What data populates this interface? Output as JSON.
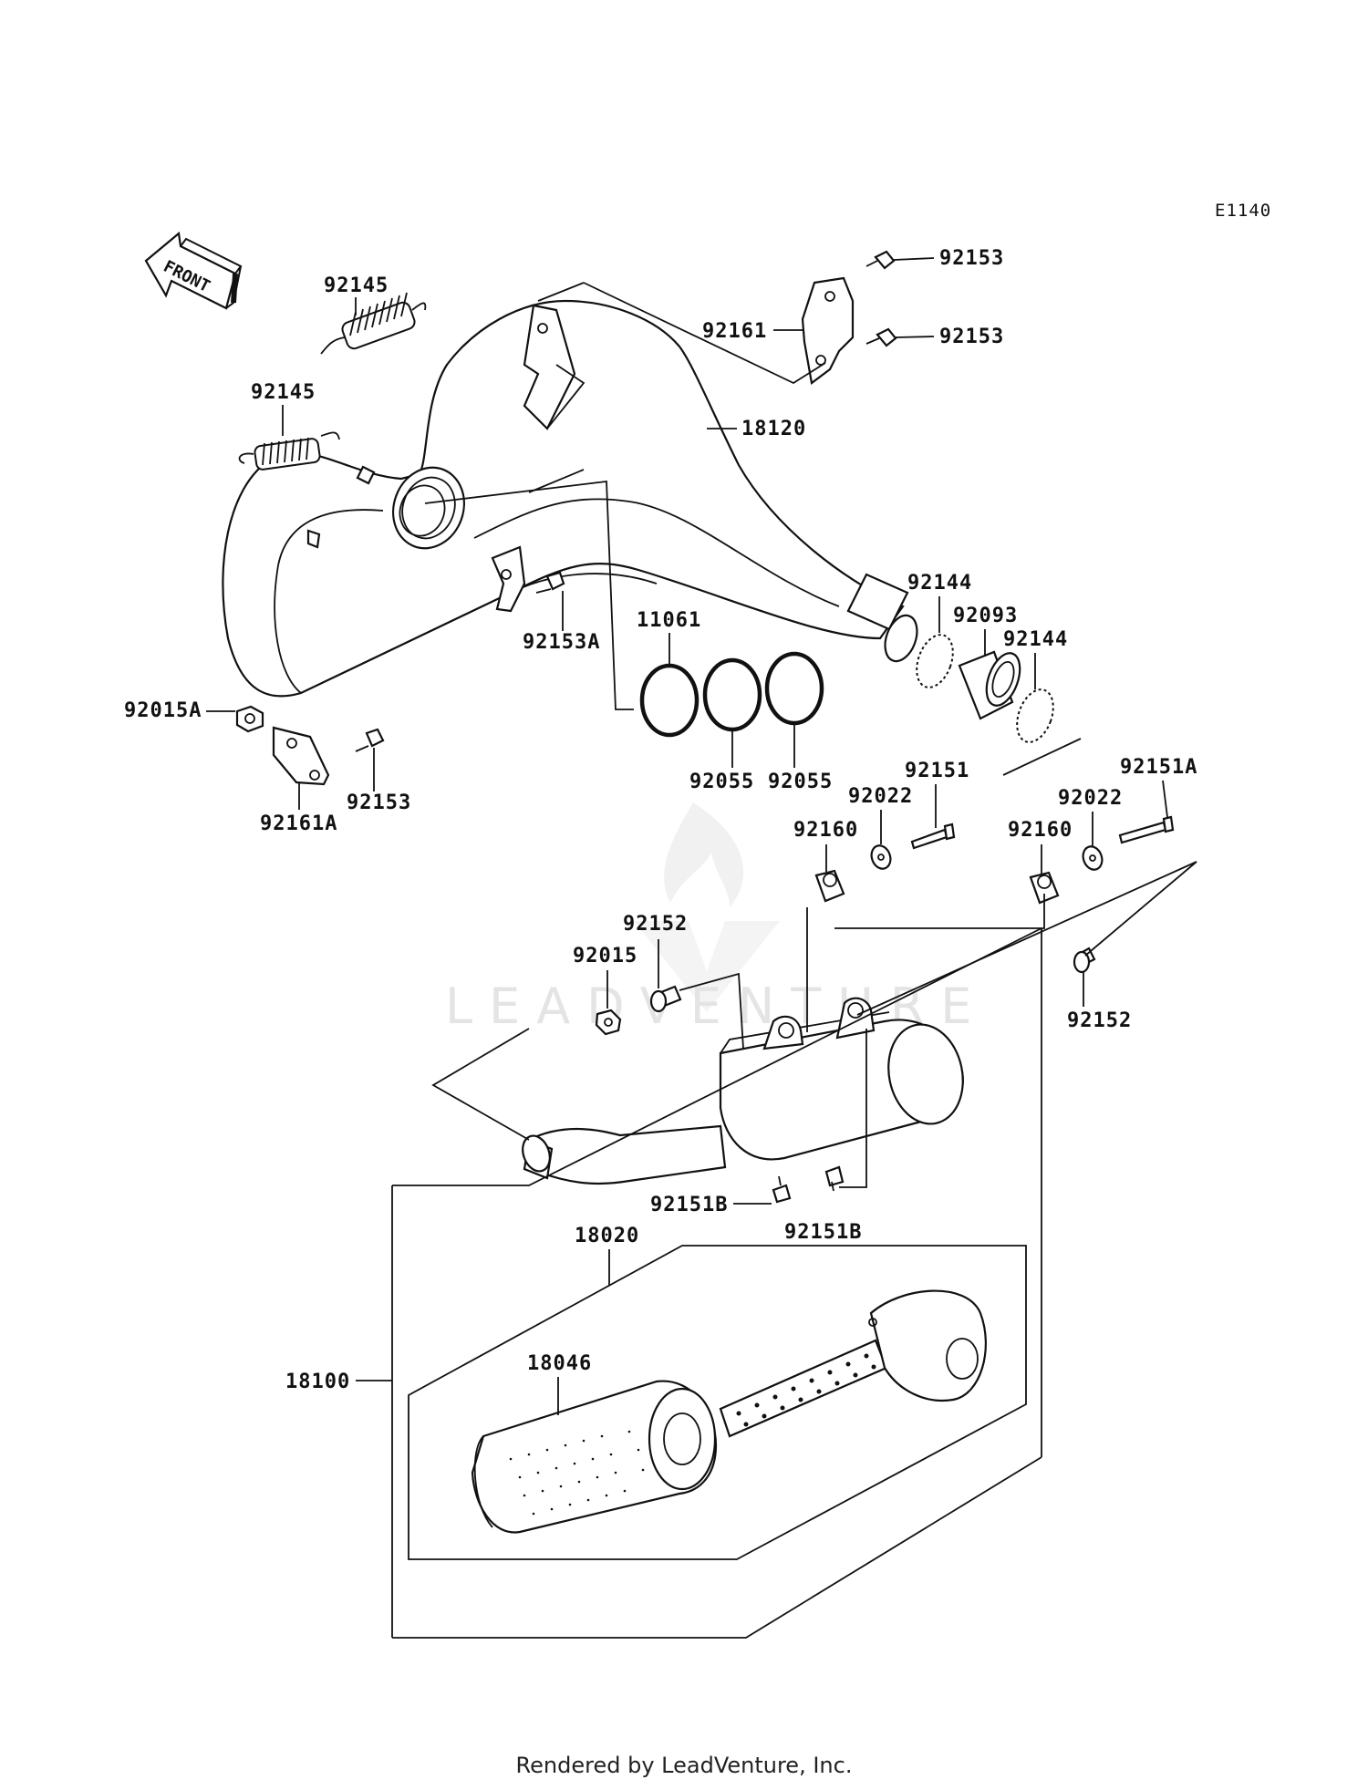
{
  "diagram_code": "E1140",
  "front_arrow_label": "FRONT",
  "watermark": "LEADVENTURE",
  "footer": "Rendered by LeadVenture, Inc.",
  "callouts": {
    "p92145_a": "92145",
    "p92145_b": "92145",
    "p92153_a": "92153",
    "p92153_b": "92153",
    "p92161": "92161",
    "p18120": "18120",
    "p92153A": "92153A",
    "p11061": "11061",
    "p92144_a": "92144",
    "p92093": "92093",
    "p92144_b": "92144",
    "p92015A": "92015A",
    "p92161A": "92161A",
    "p92153_c": "92153",
    "p92055_a": "92055",
    "p92055_b": "92055",
    "p92151": "92151",
    "p92151A": "92151A",
    "p92022_a": "92022",
    "p92022_b": "92022",
    "p92160_a": "92160",
    "p92160_b": "92160",
    "p92152_a": "92152",
    "p92152_b": "92152",
    "p92015": "92015",
    "p92151B_a": "92151B",
    "p92151B_b": "92151B",
    "p18020": "18020",
    "p18046": "18046",
    "p18100": "18100"
  }
}
